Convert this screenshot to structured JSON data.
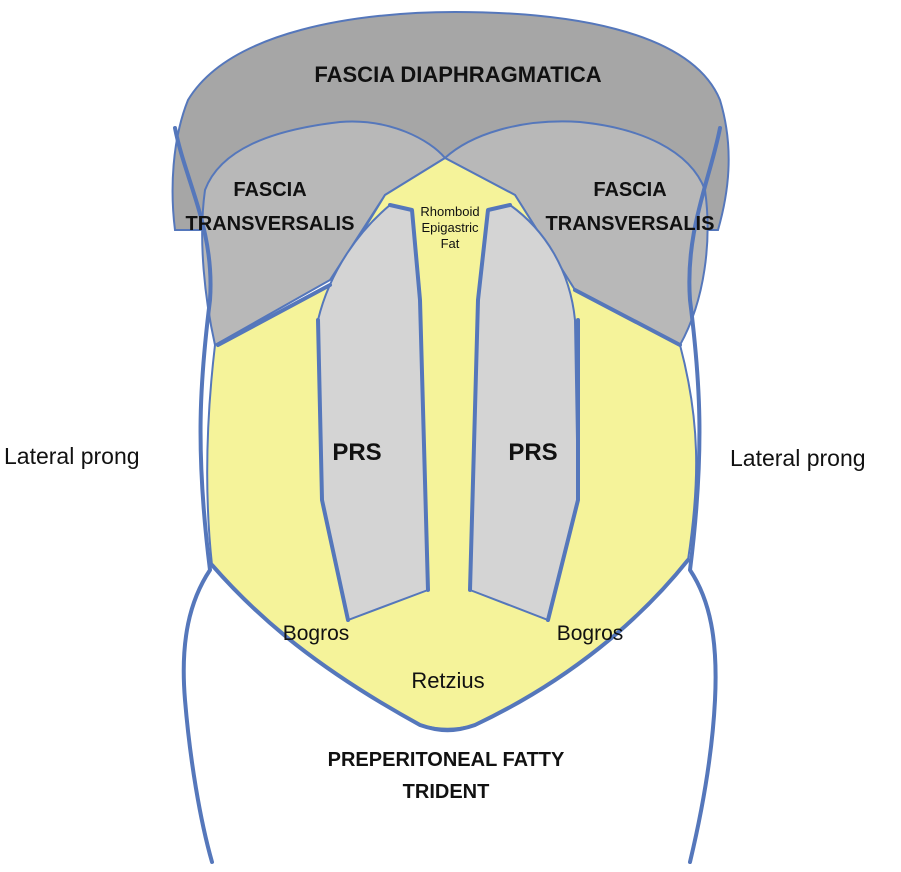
{
  "diagram": {
    "title": "FASCIA DIAPHRAGMATICA",
    "fascia_left": [
      "FASCIA",
      "TRANSVERSALIS"
    ],
    "fascia_right": [
      "FASCIA",
      "TRANSVERSALIS"
    ],
    "rhomboid": [
      "Rhomboid",
      "Epigastric",
      "Fat"
    ],
    "prs_left": "PRS",
    "prs_right": "PRS",
    "lateral_left": "Lateral prong",
    "lateral_right": "Lateral prong",
    "bogros_left": "Bogros",
    "bogros_right": "Bogros",
    "retzius": "Retzius",
    "caption": [
      "PREPERITONEAL FATTY",
      "TRIDENT"
    ]
  },
  "colors": {
    "diaphragmatica": "#a6a6a6",
    "transversalis": "#b8b8b8",
    "fat": "#f5f39a",
    "prs": "#d4d4d4",
    "outline": "#5577bb"
  }
}
